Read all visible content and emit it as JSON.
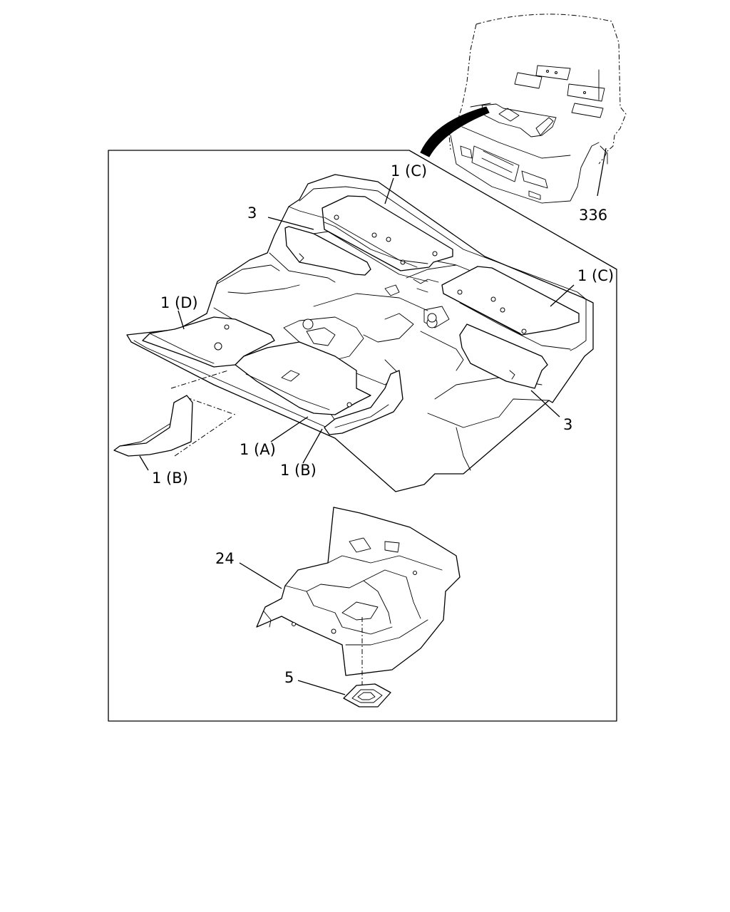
{
  "callouts": {
    "carpet_c_top": "1 (C)",
    "carpet_c_right": "1 (C)",
    "insulator_3_left": "3",
    "insulator_3_right": "3",
    "carpet_d": "1 (D)",
    "carpet_a": "1 (A)",
    "carpet_b_left": "1 (B)",
    "carpet_b_center": "1 (B)",
    "cab_ref": "336",
    "insulator_24": "24",
    "grommet_5": "5"
  }
}
